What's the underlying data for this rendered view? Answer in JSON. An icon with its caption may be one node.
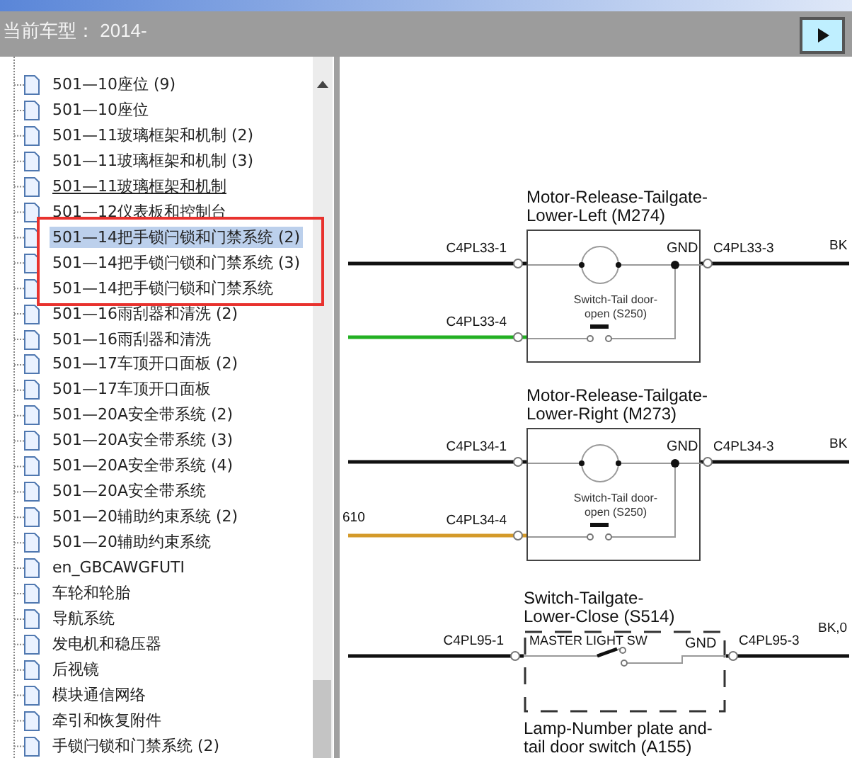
{
  "diagram": {
    "nodes": [
      {
        "text": [
          "Motor-Release-Tailgate-Lower-Left (M274)",
          "GND",
          "Switch-Tail door-open (S250)"
        ]
      },
      {
        "text": [
          "Motor-Release-Tailgate-Lower-Right (M273)",
          "GND",
          "Switch-Tail door-open (S250)"
        ]
      },
      {
        "text": [
          "Switch-Tailgate-Lower-Close (S514)",
          "MASTER LIGHT SW",
          "GND"
        ]
      },
      {
        "text": [
          "Lamp-Number plate and-tail door switch (A155)"
        ]
      }
    ],
    "edges": [
      {
        "from": null,
        "to": 0,
        "arrow": "none",
        "label": "C4PL33-1"
      },
      {
        "from": null,
        "to": 0,
        "arrow": "none",
        "label": "C4PL33-4",
        "color": "#22b022"
      },
      {
        "from": 0,
        "to": null,
        "arrow": "none",
        "label": "C4PL33-3"
      },
      {
        "from": null,
        "to": 1,
        "arrow": "none",
        "label": "C4PL34-1"
      },
      {
        "from": null,
        "to": 1,
        "arrow": "none",
        "label": "C4PL34-4",
        "color": "#d49a2a"
      },
      {
        "from": 1,
        "to": null,
        "arrow": "none",
        "label": "C4PL34-3"
      },
      {
        "from": null,
        "to": 2,
        "arrow": "none",
        "label": "C4PL95-1"
      },
      {
        "from": 2,
        "to": null,
        "arrow": "none",
        "label": "C4PL95-3"
      }
    ],
    "labels": [
      "当前车型： 2014-",
      "501—10座位 (9)",
      "501—10座位",
      "501—11玻璃框架和机制 (2)",
      "501—11玻璃框架和机制 (3)",
      "501—11玻璃框架和机制",
      "501—12仪表板和控制台",
      "501—14把手锁闩锁和门禁系统 (2)",
      "501—14把手锁闩锁和门禁系统 (3)",
      "501—14把手锁闩锁和门禁系统",
      "501—16雨刮器和清洗 (2)",
      "501—16雨刮器和清洗",
      "501—17车顶开口面板 (2)",
      "501—17车顶开口面板",
      "501—20A安全带系统 (2)",
      "501—20A安全带系统 (3)",
      "501—20A安全带系统 (4)",
      "501—20A安全带系统",
      "501—20辅助约束系统 (2)",
      "501—20辅助约束系统",
      "en_GBCAWGFUTI",
      "车轮和轮胎",
      "导航系统",
      "发电机和稳压器",
      "后视镜",
      "模块通信网络",
      "牵引和恢复附件",
      "手锁闩锁和门禁系统 (2)",
      "610",
      "BK",
      "BK",
      "BK,0"
    ]
  }
}
